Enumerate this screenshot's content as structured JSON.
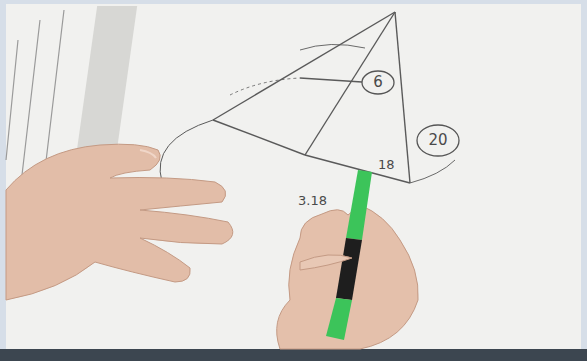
{
  "diagram": {
    "nodes": [
      {
        "text": [
          "6"
        ]
      },
      {
        "text": [
          "20"
        ]
      }
    ],
    "labels": [
      "18",
      "3.18"
    ]
  }
}
